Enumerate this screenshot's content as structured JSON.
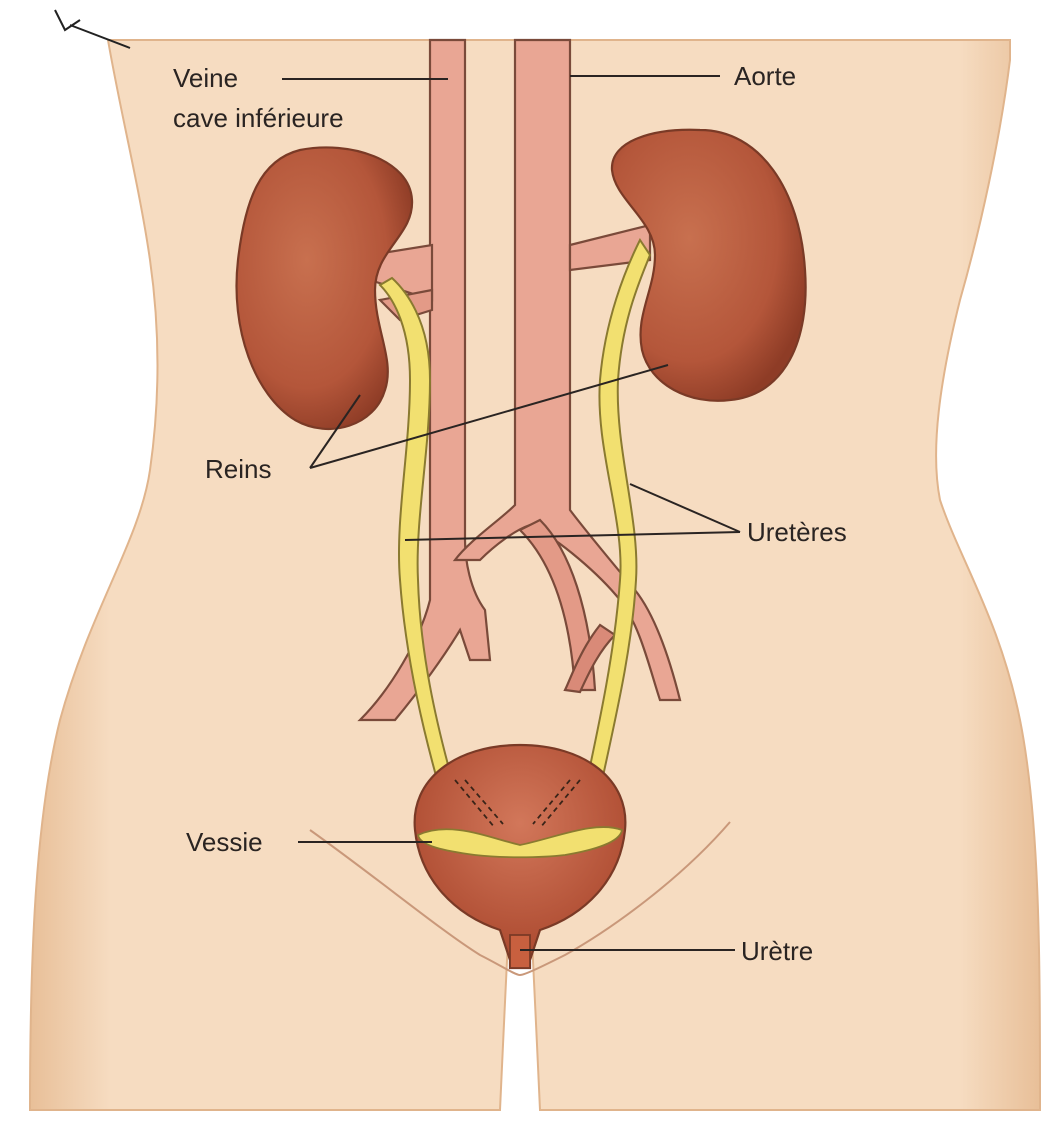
{
  "labels": {
    "vena_cava_line1": "Veine",
    "vena_cava_line2": "cave inférieure",
    "aorta": "Aorte",
    "kidneys": "Reins",
    "ureters": "Uretères",
    "bladder": "Vessie",
    "urethra": "Urètre"
  },
  "colors": {
    "skin": "#f6dcc1",
    "skin_edge": "#ecc6a0",
    "vessel": "#e9a694",
    "vessel_dark": "#d98a78",
    "kidney": "#b4563a",
    "kidney_dark": "#8e3c26",
    "ureter": "#f2e070",
    "bladder": "#c8603f",
    "outline": "#7a4a3a"
  }
}
